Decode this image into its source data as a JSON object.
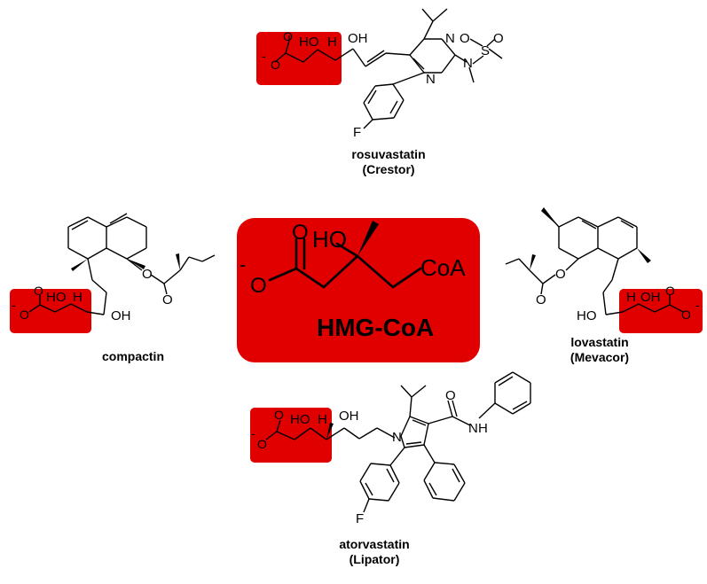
{
  "colors": {
    "highlight": "#e00000",
    "bond": "#000000",
    "background": "#ffffff"
  },
  "center": {
    "name": "HMG-CoA",
    "labels": {
      "ho": "HO",
      "coa": "CoA",
      "o": "O",
      "o_minus": "O",
      "charge": "-"
    }
  },
  "rosuvastatin": {
    "name": "rosuvastatin",
    "brand": "(Crestor)",
    "labels": {
      "ho1": "HO",
      "h": "H",
      "oh": "OH",
      "o1": "O",
      "o2": "O",
      "charge": "-",
      "n1": "N",
      "n2": "N",
      "n3": "N",
      "s": "S",
      "o3": "O",
      "o4": "O",
      "f": "F"
    }
  },
  "compactin": {
    "name": "compactin",
    "labels": {
      "ho": "HO",
      "h": "H",
      "oh": "OH",
      "o1": "O",
      "o2": "O",
      "charge": "-",
      "o_ester": "O",
      "o_carbonyl": "O"
    }
  },
  "lovastatin": {
    "name": "lovastatin",
    "brand": "(Mevacor)",
    "labels": {
      "ho": "HO",
      "h": "H",
      "oh": "OH",
      "o1": "O",
      "o2": "O",
      "charge": "-",
      "o_ester": "O",
      "o_carbonyl": "O"
    }
  },
  "atorvastatin": {
    "name": "atorvastatin",
    "brand": "(Lipator)",
    "labels": {
      "ho": "HO",
      "h": "H",
      "oh": "OH",
      "o1": "O",
      "o2": "O",
      "charge": "-",
      "n_ring": "N",
      "n_amide": "N",
      "h_amide": "H",
      "o_amide": "O",
      "f": "F"
    }
  }
}
